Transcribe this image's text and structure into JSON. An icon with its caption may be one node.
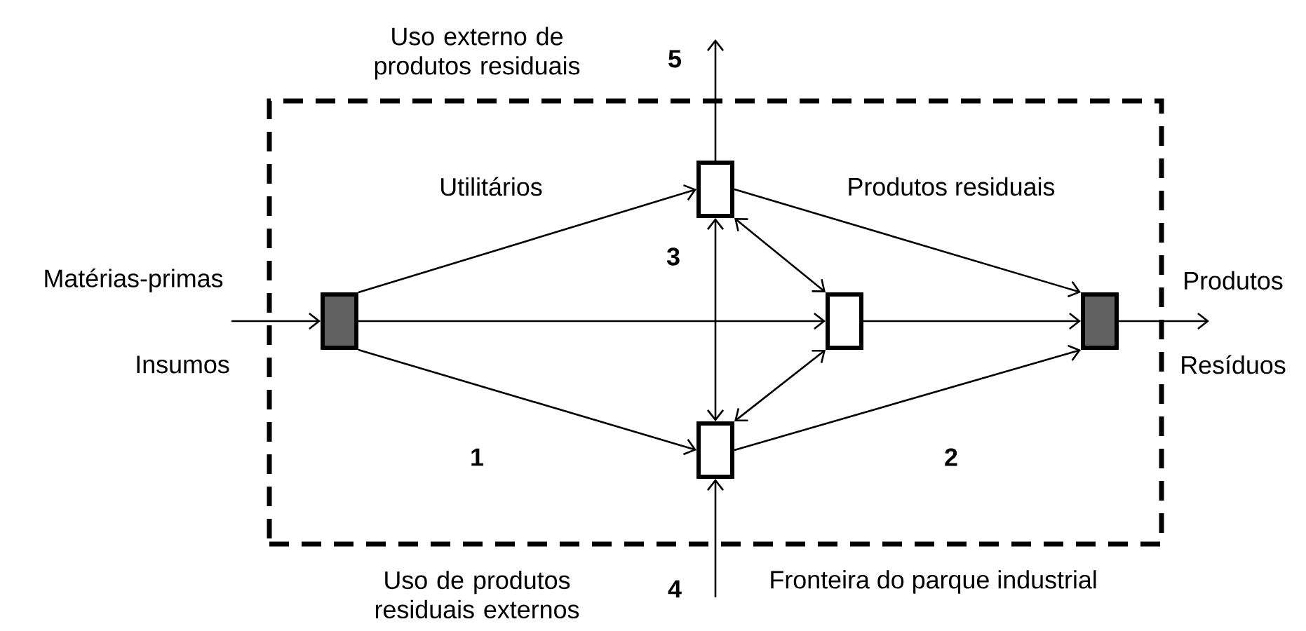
{
  "diagram": {
    "nodes": [
      {
        "text": [
          "Fronteira do parque industrial"
        ]
      },
      {
        "text": [],
        "shape": "box",
        "in": 0
      },
      {
        "text": [],
        "shape": "box",
        "in": 0
      },
      {
        "text": [],
        "shape": "box",
        "in": 0
      },
      {
        "text": [],
        "shape": "box",
        "in": 0
      },
      {
        "text": [],
        "shape": "box",
        "in": 0
      }
    ],
    "edges": [
      {
        "from": null,
        "to": 1,
        "arrow": "to"
      },
      {
        "from": 1,
        "to": 2,
        "arrow": "to"
      },
      {
        "from": 1,
        "to": 3,
        "arrow": "to"
      },
      {
        "from": 1,
        "to": 4,
        "arrow": "to"
      },
      {
        "from": 2,
        "to": 5,
        "arrow": "to"
      },
      {
        "from": 3,
        "to": 5,
        "arrow": "to"
      },
      {
        "from": 4,
        "to": 5,
        "arrow": "to"
      },
      {
        "from": 2,
        "to": 4,
        "arrow": "both"
      },
      {
        "from": 2,
        "to": 3,
        "arrow": "both"
      },
      {
        "from": 3,
        "to": 4,
        "arrow": "both"
      },
      {
        "from": 5,
        "to": null,
        "arrow": "to"
      },
      {
        "from": 2,
        "to": null,
        "arrow": "to"
      },
      {
        "from": null,
        "to": 4,
        "arrow": "to"
      }
    ],
    "labels": [
      "Uso externo de produtos residuais",
      "5",
      "Utilitários",
      "Produtos residuais",
      "Matérias-primas",
      "3",
      "Produtos",
      "Insumos",
      "Resíduos",
      "1",
      "2",
      "Uso de produtos residuais externos",
      "4"
    ]
  }
}
